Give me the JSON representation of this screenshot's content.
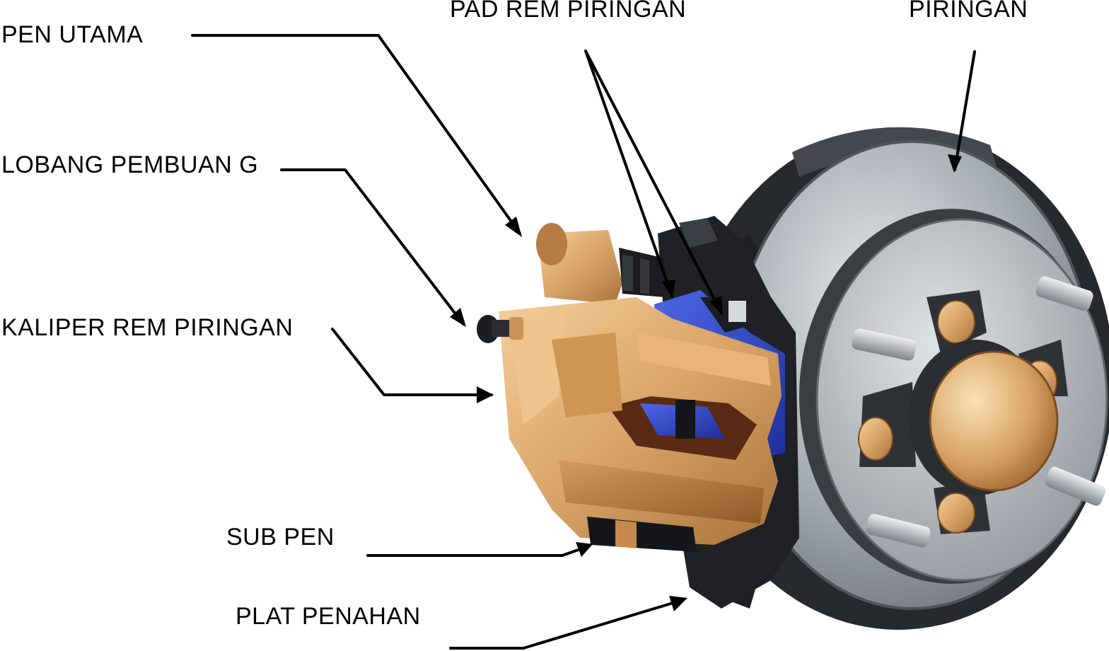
{
  "diagram": {
    "labels": {
      "pen_utama": "PEN UTAMA",
      "lobang_pembuang": "LOBANG PEMBUAN G",
      "kaliper_rem_piringan": "KALIPER REM PIRINGAN",
      "pad_rem_piringan": "PAD REM PIRINGAN",
      "piringan": "PIRINGAN",
      "sub_pen": "SUB PEN",
      "plat_penahan": "PLAT PENAHAN"
    },
    "colors": {
      "caliper_gold": "#d9a56a",
      "brake_pad_blue": "#2f47c7",
      "disc_grey": "#9aa0a8",
      "backing_plate_dark": "#2b2e33",
      "leader_line": "#000000"
    }
  }
}
